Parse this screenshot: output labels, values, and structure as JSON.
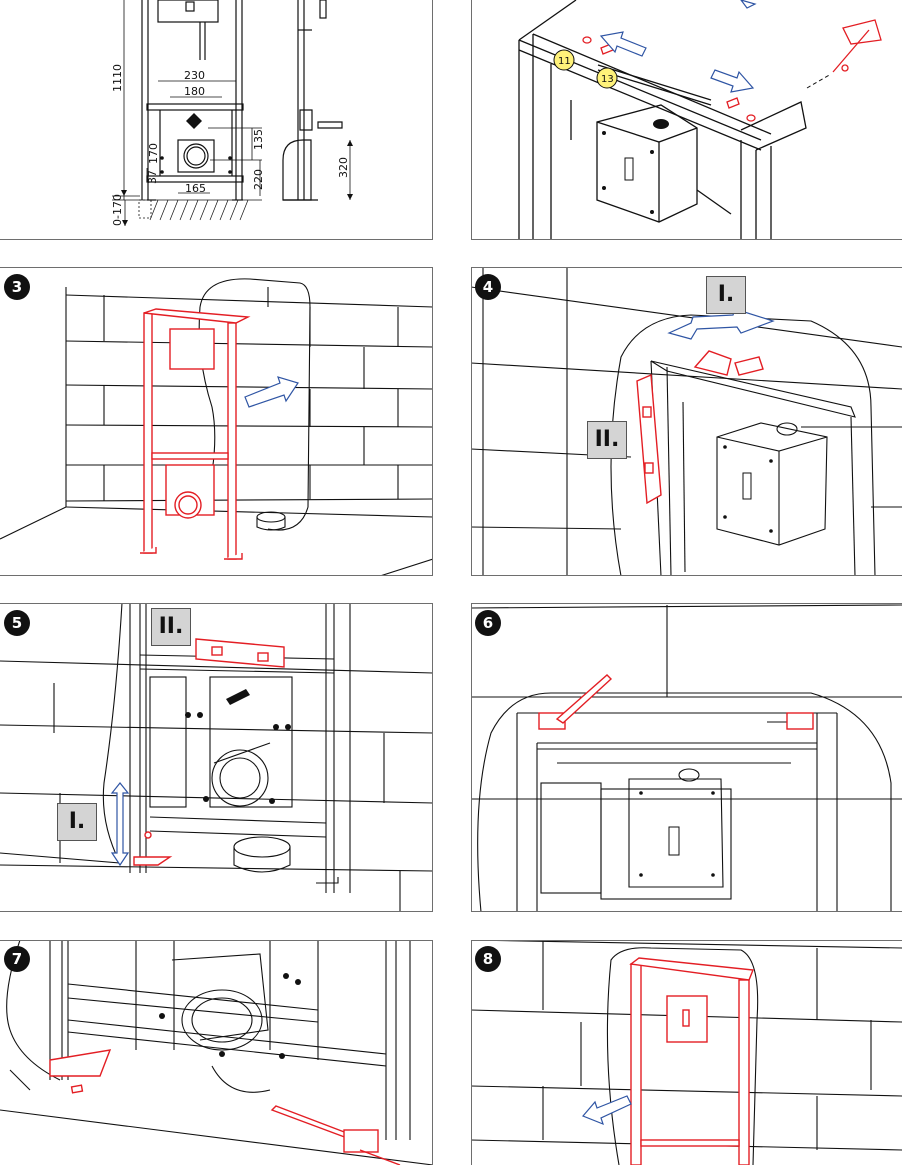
{
  "steps": {
    "s3": "3",
    "s4": "4",
    "s5": "5",
    "s6": "6",
    "s7": "7",
    "s8": "8"
  },
  "roman": {
    "p4_i": "I.",
    "p4_ii": "II.",
    "p5_ii": "II.",
    "p5_i": "I."
  },
  "dimensions": {
    "total_height": "1110",
    "outer_width": "230",
    "inner_width": "180",
    "h170": "170",
    "h135": "135",
    "h37": "37",
    "h220": "220",
    "w165": "165",
    "adjust": "0-170",
    "depth": "320"
  },
  "callouts": {
    "c11": "11",
    "c13": "13"
  },
  "colors": {
    "outline": "#111111",
    "frame_red": "#e31e24",
    "arrow_blue": "#2f55a4",
    "callout_yellow": "#fff27a",
    "label_gray": "#d4d4d4"
  }
}
